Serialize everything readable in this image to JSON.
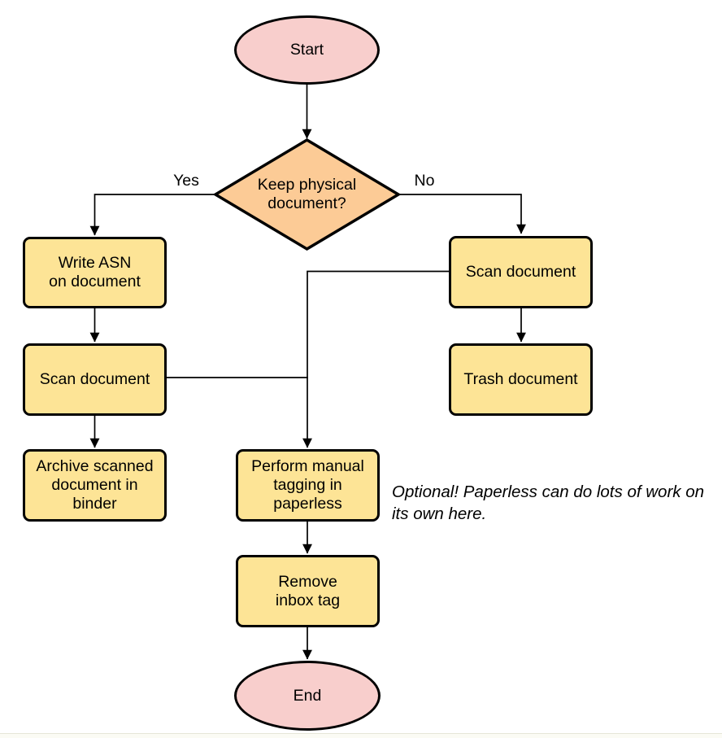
{
  "colors": {
    "terminator_fill": "#f8cecc",
    "decision_fill": "#fccb96",
    "process_fill": "#fde496",
    "stroke": "#000000",
    "page_edge": "#e6e6d8"
  },
  "nodes": {
    "start": "Start",
    "decision": "Keep physical\ndocument?",
    "write_asn": "Write ASN\non document",
    "scan_left": "Scan document",
    "archive": "Archive scanned\ndocument in\nbinder",
    "scan_right": "Scan document",
    "trash": "Trash document",
    "tagging": "Perform manual\ntagging in\npaperless",
    "remove_inbox": "Remove\ninbox tag",
    "end": "End"
  },
  "edge_labels": {
    "yes": "Yes",
    "no": "No"
  },
  "annotation": "Optional! Paperless can do lots of work on its own here."
}
